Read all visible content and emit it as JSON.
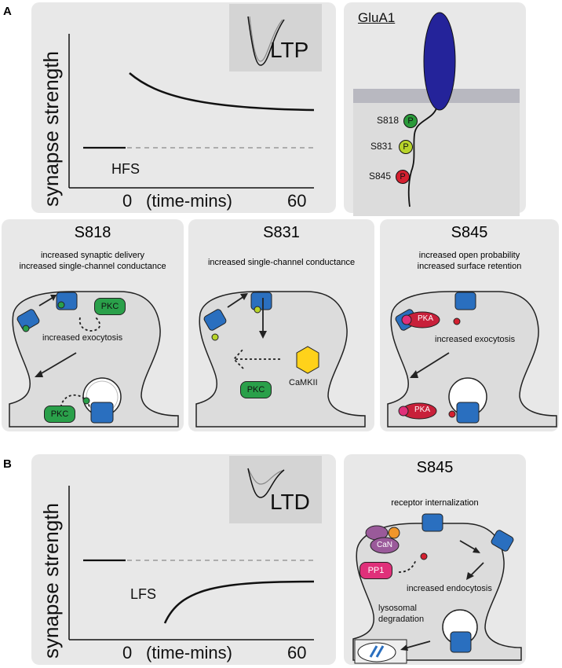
{
  "panel_a": {
    "label": "A",
    "ylabel": "synapse strength",
    "x_zero": "0",
    "x_label": "(time-mins)",
    "x_end": "60",
    "stim": "HFS",
    "inset": "LTP"
  },
  "glua1": {
    "title": "GluA1",
    "sites": [
      {
        "name": "S818",
        "mark": "P",
        "color": "#2a9a3a"
      },
      {
        "name": "S831",
        "mark": "P",
        "color": "#b8d42a"
      },
      {
        "name": "S845",
        "mark": "P",
        "color": "#d42030"
      }
    ]
  },
  "s818": {
    "title": "S818",
    "line1": "increased synaptic delivery",
    "line2": "increased single-channel conductance",
    "kinase_top": "PKC",
    "kinase_bottom": "PKC",
    "process": "increased exocytosis"
  },
  "s831": {
    "title": "S831",
    "line1": "increased single-channel conductance",
    "kinase": "PKC",
    "camkii": "CaMKII"
  },
  "s845": {
    "title": "S845",
    "line1": "increased open probability",
    "line2": "increased surface retention",
    "kinase_top": "PKA",
    "kinase_bottom": "PKA",
    "process": "increased exocytosis"
  },
  "panel_b": {
    "label": "B",
    "ylabel": "synapse strength",
    "x_zero": "0",
    "x_label": "(time-mins)",
    "x_end": "60",
    "stim": "LFS",
    "inset": "LTD"
  },
  "s845_ltd": {
    "title": "S845",
    "line1": "receptor internalization",
    "phosphatase1": "CaN",
    "phosphatase2": "PP1",
    "process": "increased endocytosis",
    "degradation1": "lysosomal",
    "degradation2": "degradation"
  },
  "colors": {
    "panel_bg": "#e8e8e8",
    "receptor": "#2a6fbf",
    "glua1": "#24239a",
    "pkc": "#2aa04a",
    "pka": "#c8203a",
    "camkii": "#ffd21a",
    "can": "#9a5a9a",
    "pp1": "#e0307a"
  }
}
